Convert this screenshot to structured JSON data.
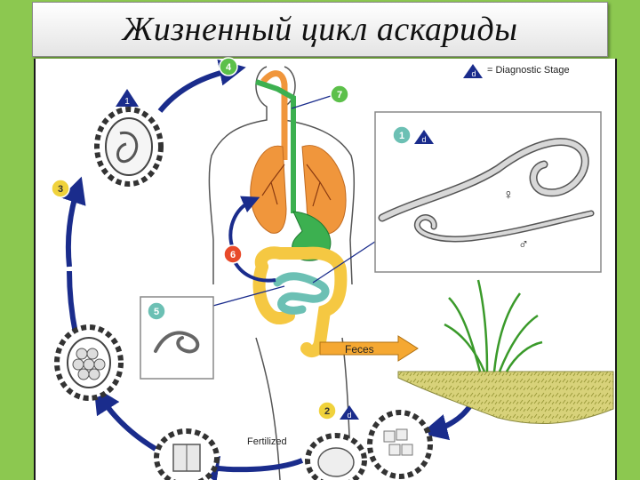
{
  "title": "Жизненный цикл аскариды",
  "legend": {
    "marker": "d",
    "text": "= Diagnostic Stage"
  },
  "stages": {
    "s1": "1",
    "s2": "2",
    "s3": "3",
    "s4": "4",
    "s5": "5",
    "s6": "6",
    "s7": "7",
    "stage_1_top_left": "1",
    "diag_d_1": "d",
    "diag_d_2": "d"
  },
  "labels": {
    "feces": "Feces",
    "fertilized": "Fertilized",
    "female_symbol": "♀",
    "male_symbol": "♂"
  },
  "colors": {
    "background": "#8cc850",
    "arrow": "#1a2c8c",
    "lungs": "#f0963c",
    "intestine": "#f5c842",
    "stomach": "#3cb050",
    "small_intestine": "#6cc0b4",
    "stage_circle": "#f0d23c",
    "stage_circle_red": "#e84a2a",
    "stage_circle_green": "#5cc04a"
  }
}
